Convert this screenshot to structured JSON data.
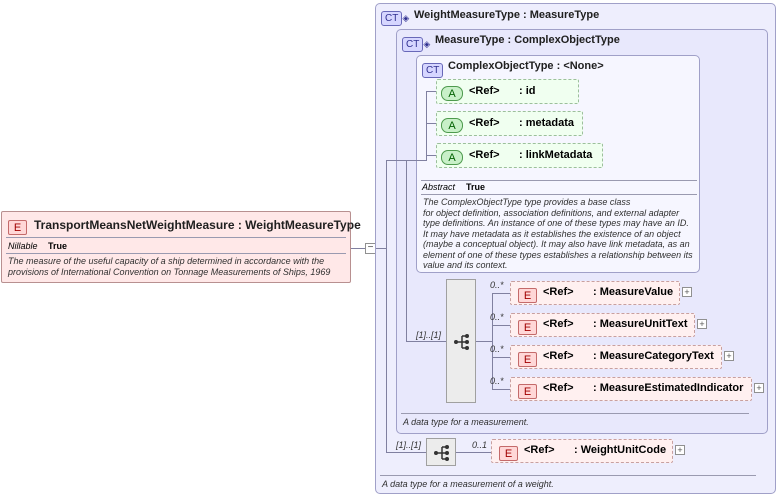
{
  "element": {
    "badge": "E",
    "title": "TransportMeansNetWeightMeasure : WeightMeasureType",
    "nillable_label": "Nillable",
    "nillable_value": "True",
    "doc_line1": "The measure of the useful capacity of a ship determined in accordance with the",
    "doc_line2": "provisions of International Convention on Tonnage Measurements of Ships, 1969"
  },
  "weight_type": {
    "badge": "CT",
    "title": "WeightMeasureType : MeasureType",
    "seq_occurrence": "[1]..[1]",
    "child_occurrence": "0..1",
    "child": {
      "badge": "E",
      "ref": "<Ref>",
      "name": ": WeightUnitCode",
      "expand": "+"
    },
    "doc": "A data type for a measurement of a weight."
  },
  "measure_type": {
    "badge": "CT",
    "title": "MeasureType : ComplexObjectType",
    "seq_occurrence": "[1]..[1]",
    "children": [
      {
        "occurrence": "0..*",
        "badge": "E",
        "ref": "<Ref>",
        "name": ": MeasureValue",
        "expand": "+"
      },
      {
        "occurrence": "0..*",
        "badge": "E",
        "ref": "<Ref>",
        "name": ": MeasureUnitText",
        "expand": "+"
      },
      {
        "occurrence": "0..*",
        "badge": "E",
        "ref": "<Ref>",
        "name": ": MeasureCategoryText",
        "expand": "+"
      },
      {
        "occurrence": "0..*",
        "badge": "E",
        "ref": "<Ref>",
        "name": ": MeasureEstimatedIndicator",
        "expand": "+"
      }
    ],
    "doc": "A data type for a measurement."
  },
  "complex_object_type": {
    "badge": "CT",
    "title": "ComplexObjectType : <None>",
    "attributes": [
      {
        "badge": "A",
        "ref": "<Ref>",
        "name": ": id"
      },
      {
        "badge": "A",
        "ref": "<Ref>",
        "name": ": metadata"
      },
      {
        "badge": "A",
        "ref": "<Ref>",
        "name": ": linkMetadata"
      }
    ],
    "abstract_label": "Abstract",
    "abstract_value": "True",
    "doc_lines": [
      "The ComplexObjectType type provides a base class",
      "for object definition, association definitions, and external adapter",
      "type definitions. An instance of one of these types may have an ID.",
      "It may have metadata as it establishes the existence of an object",
      "(maybe a conceptual object). It may also have link metadata, as an",
      "element of one of these types establishes a relationship between its",
      "value and its context."
    ]
  },
  "collapse_symbol": "−"
}
